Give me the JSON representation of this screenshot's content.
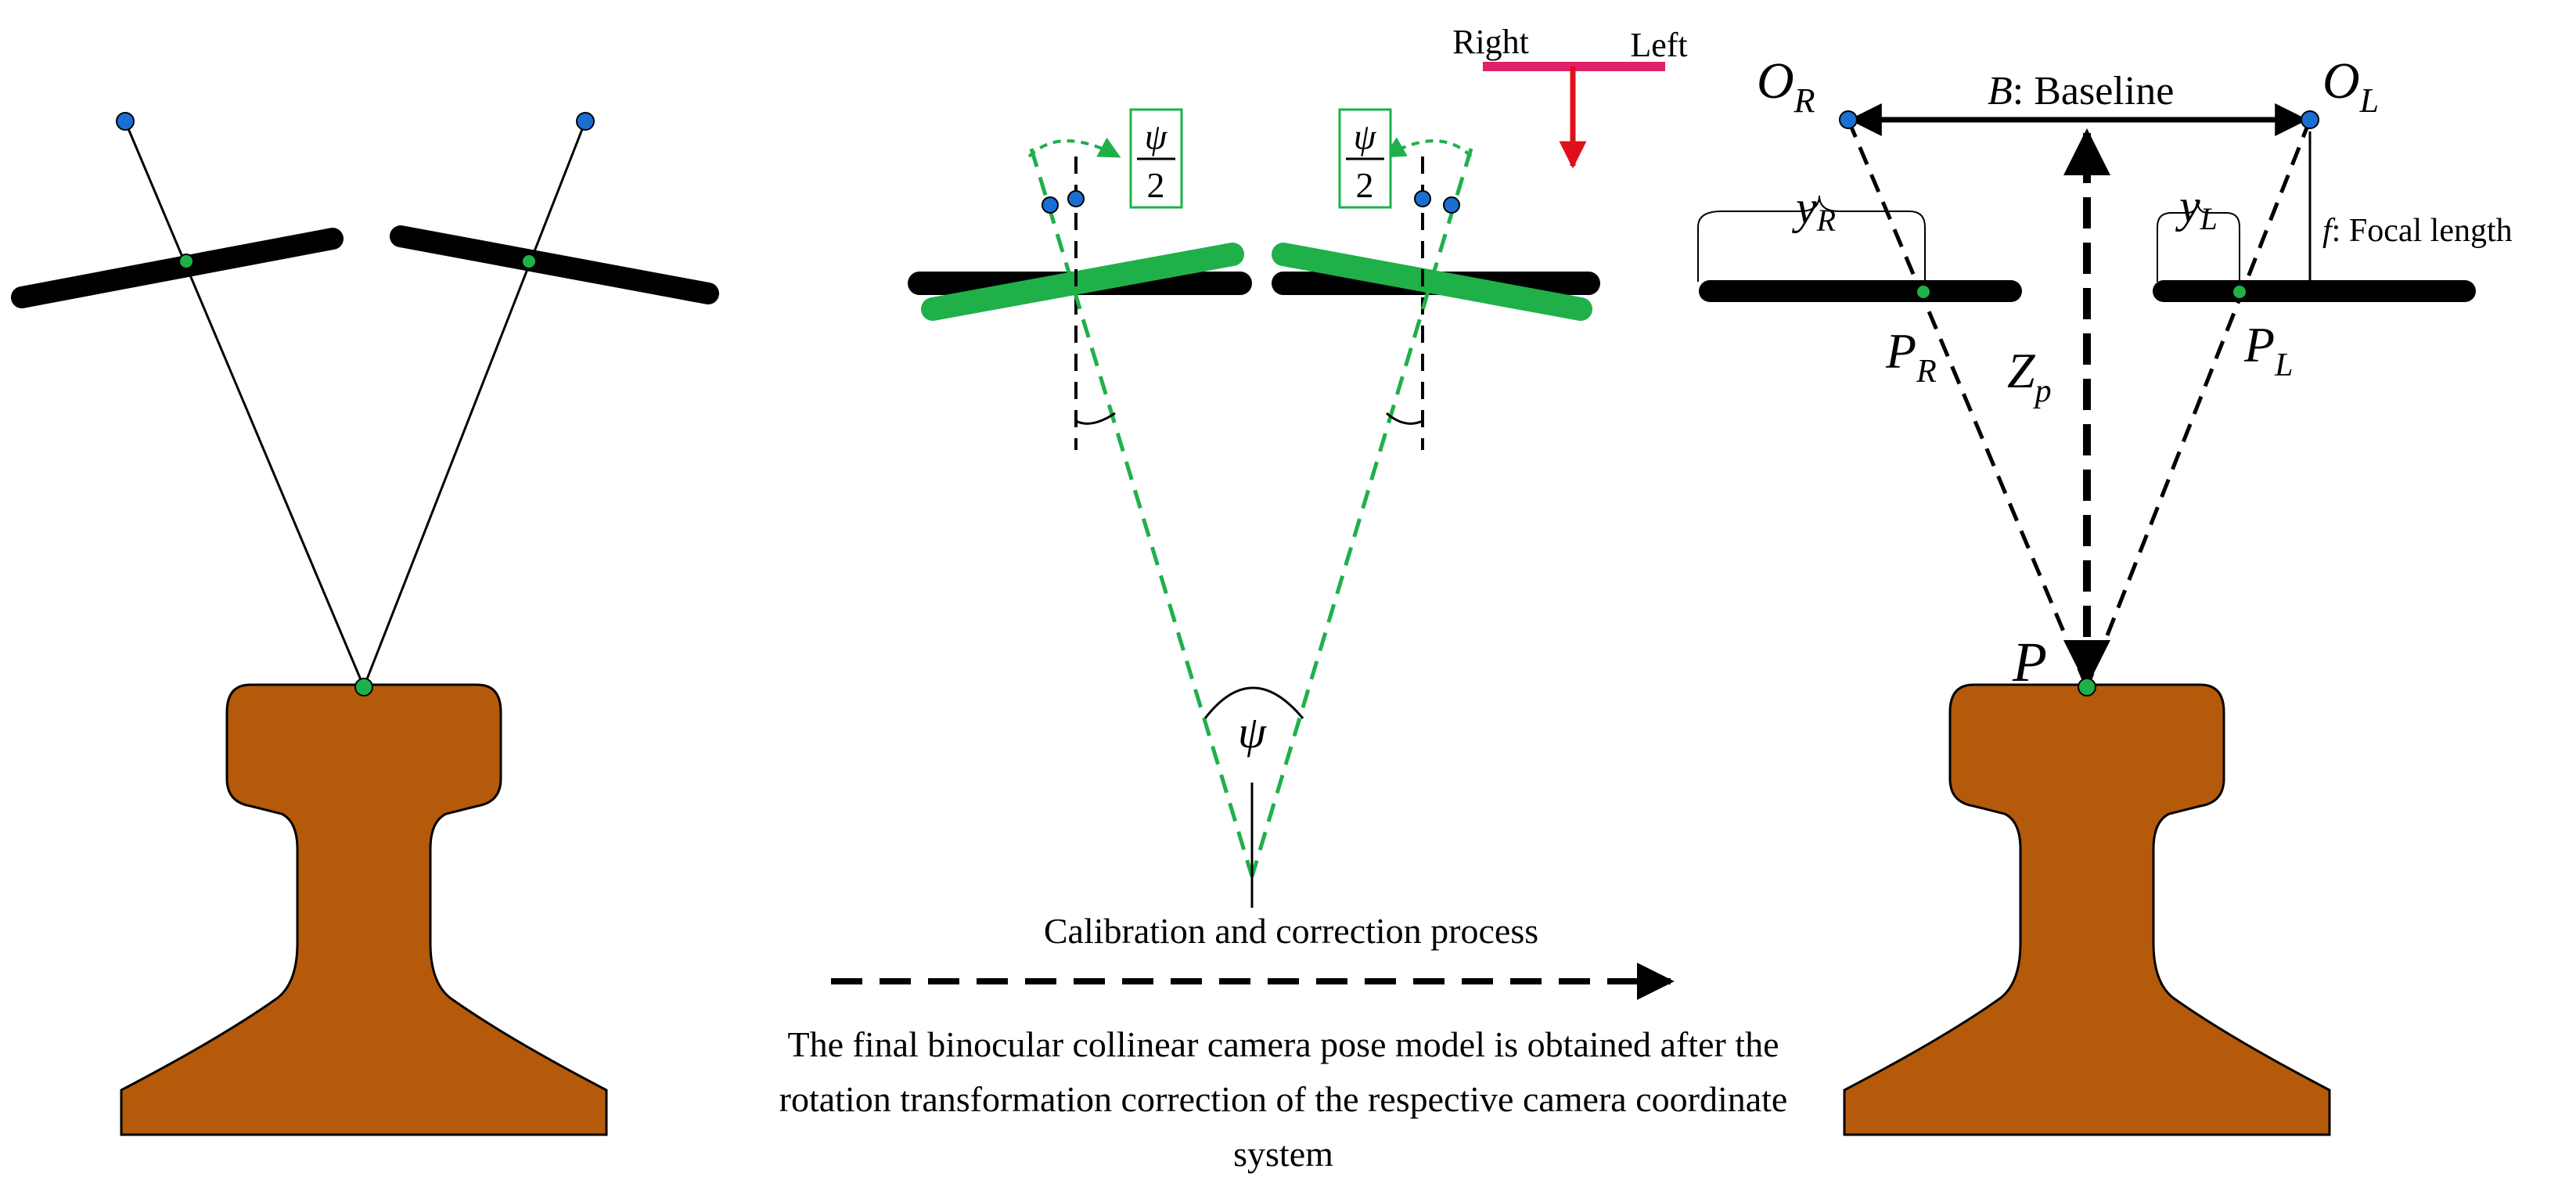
{
  "colors": {
    "rail": "#b55a0a",
    "sensor": "#000000",
    "sensor_corrected": "#1fb04a",
    "camera_center": "#1a6fd1",
    "image_point": "#1fb04a",
    "guide_line": "#1fb04a",
    "direction_bar": "#e0206a",
    "direction_arrow": "#e0101a"
  },
  "icons": {
    "rail_left": "rail-profile-icon",
    "rail_right": "rail-profile-icon",
    "direction": "t-direction-arrow-icon"
  },
  "middle": {
    "direction_right": "Right",
    "direction_left": "Left",
    "half_angle_num": "ψ",
    "half_angle_den": "2",
    "angle": "ψ",
    "process_label": "Calibration and correction process",
    "caption": [
      "The final binocular collinear camera pose model is obtained after the",
      "rotation transformation correction of the respective camera coordinate",
      "system"
    ]
  },
  "right": {
    "o_right_main": "O",
    "o_right_sub": "R",
    "o_left_main": "O",
    "o_left_sub": "L",
    "baseline_symbol": "B",
    "baseline_text": ": Baseline",
    "y_right_main": "y",
    "y_right_sub": "R",
    "y_left_main": "y",
    "y_left_sub": "L",
    "focal_symbol": "f",
    "focal_text": ": Focal length",
    "p_right_main": "P",
    "p_right_sub": "R",
    "p_left_main": "P",
    "p_left_sub": "L",
    "z_main": "Z",
    "z_sub": "p",
    "point": "P"
  }
}
